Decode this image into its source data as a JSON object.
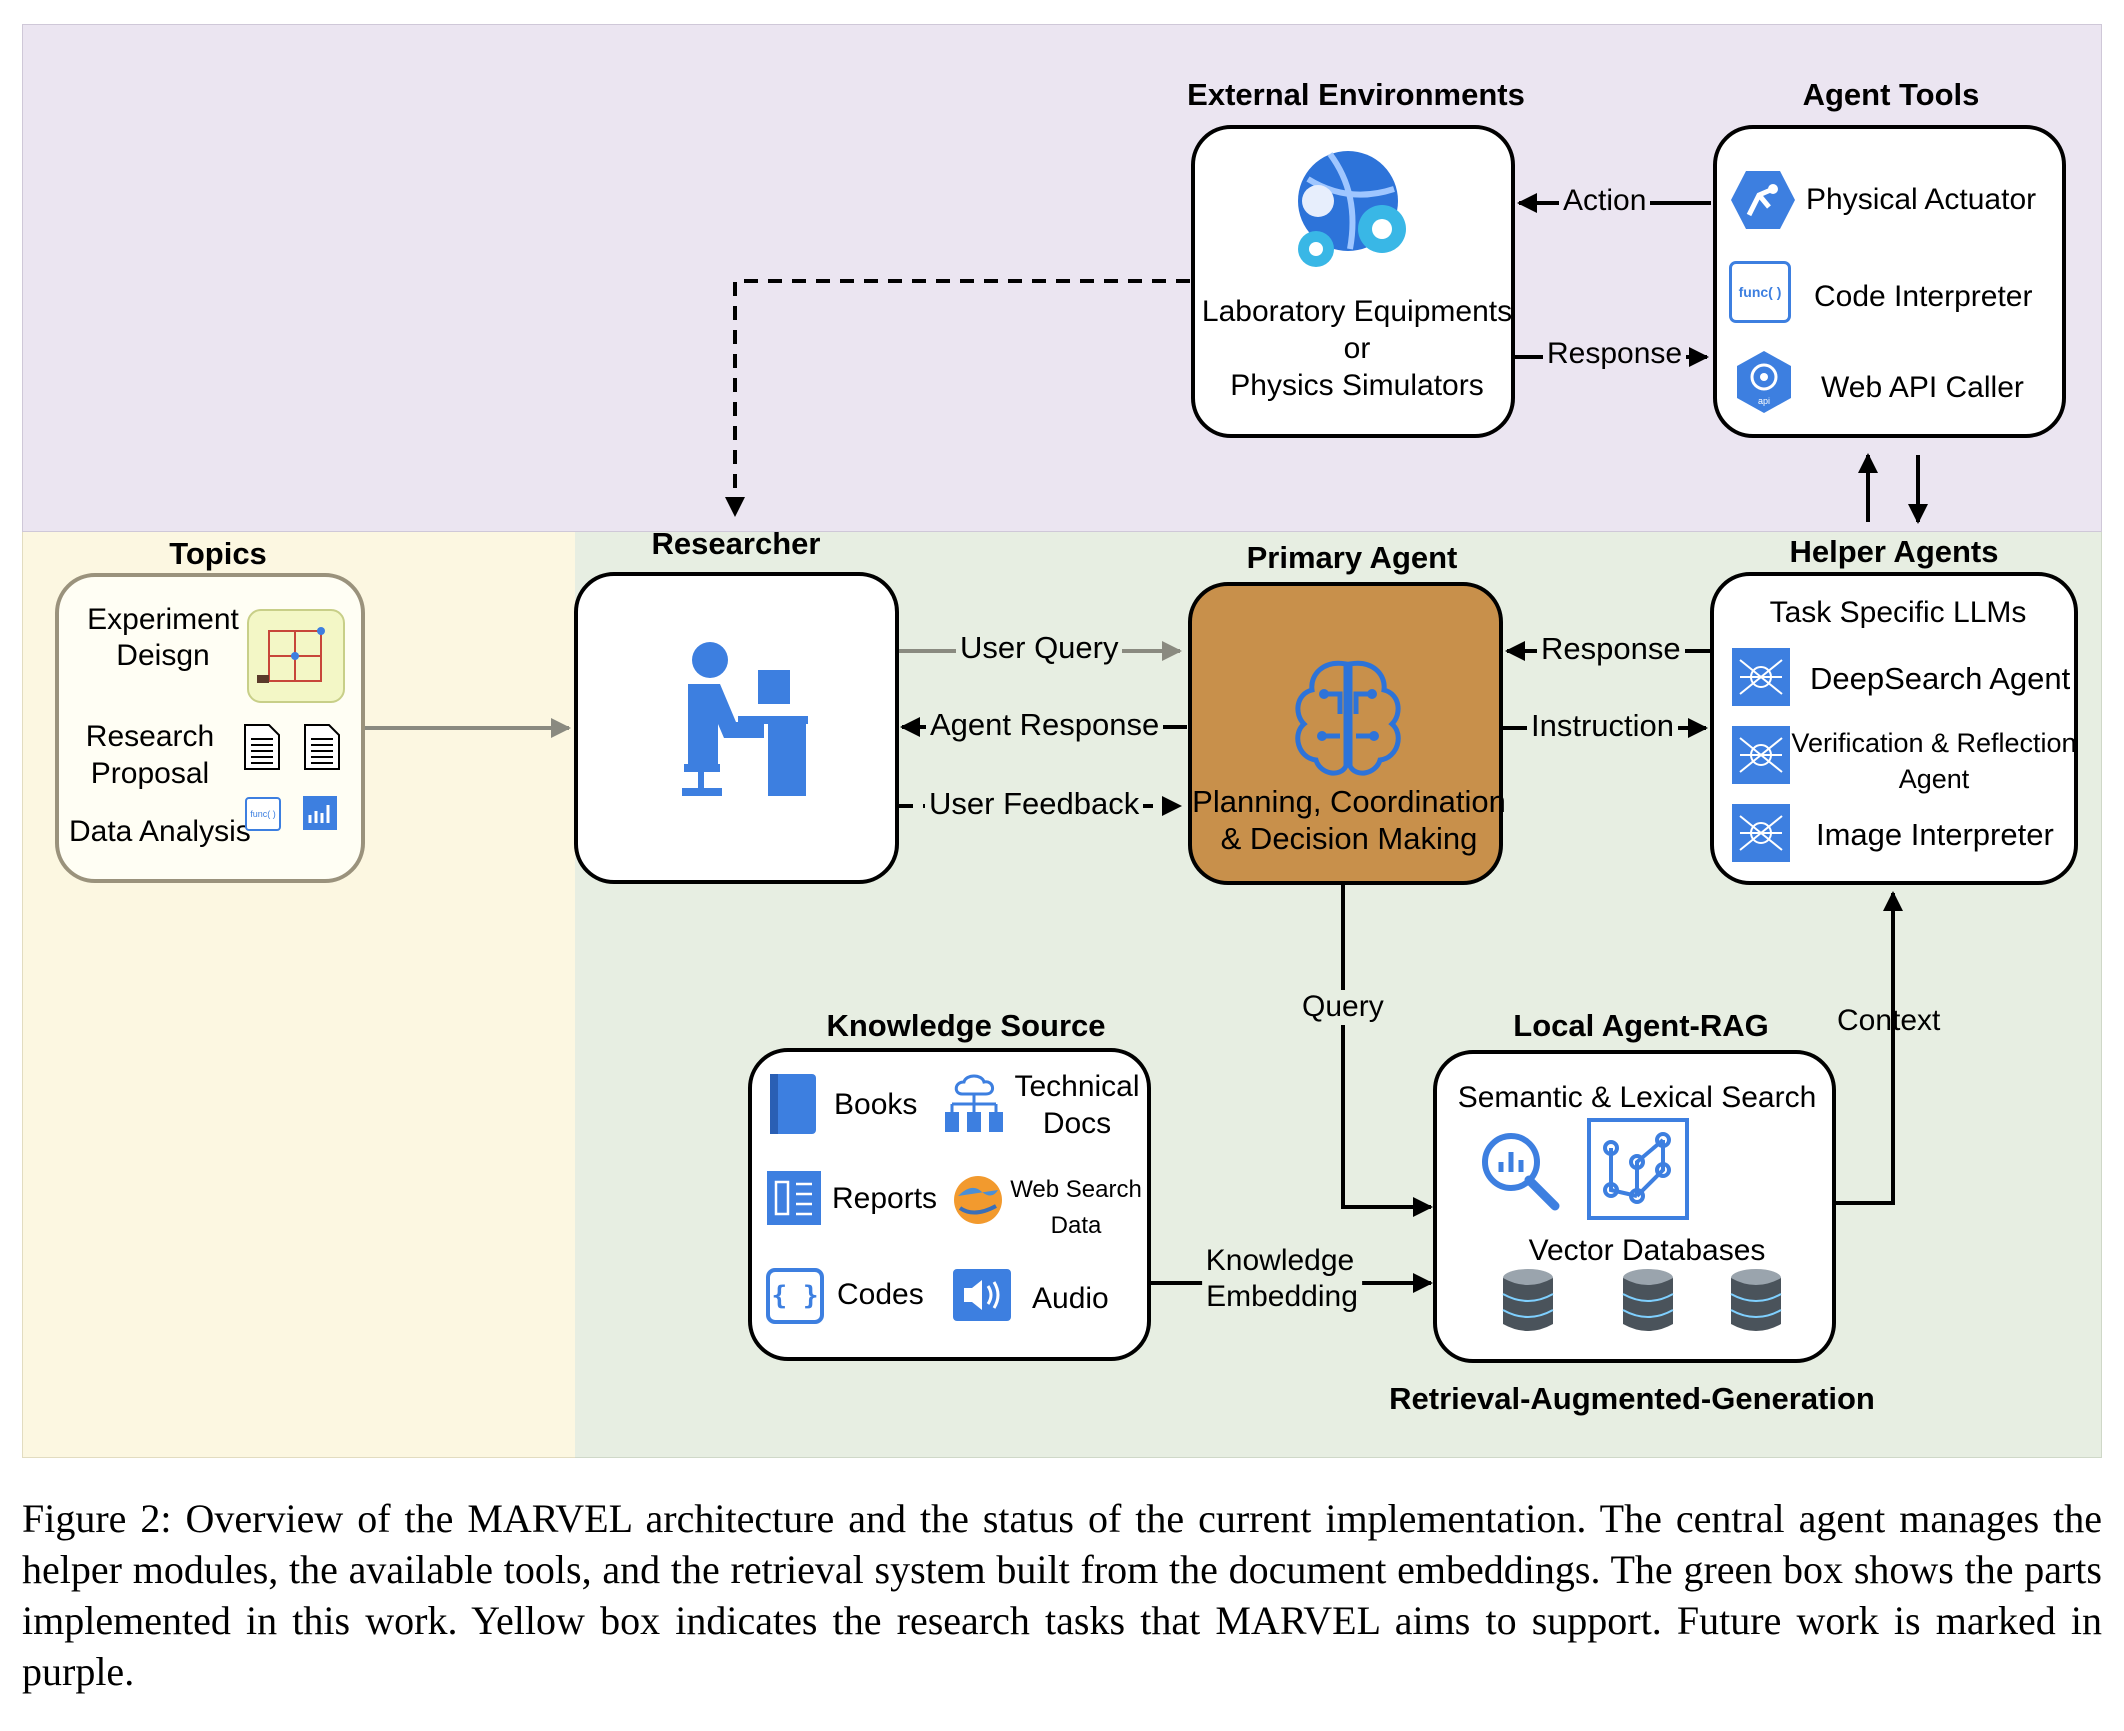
{
  "regions": {
    "future_color": "#ebe5f1",
    "topics_color": "#fcf7e1",
    "implemented_color": "#e7eee2"
  },
  "external_env": {
    "title": "External Environments",
    "line1": "Laboratory Equipments",
    "line2": "or",
    "line3": "Physics Simulators"
  },
  "agent_tools": {
    "title": "Agent Tools",
    "items": [
      {
        "label": "Physical Actuator",
        "icon": "robot-arm-icon"
      },
      {
        "label": "Code Interpreter",
        "icon": "func-doc-icon",
        "icon_text": "func( )"
      },
      {
        "label": "Web API Caller",
        "icon": "api-icon",
        "icon_text": "api"
      }
    ]
  },
  "topics": {
    "title": "Topics",
    "items": [
      {
        "line1": "Experiment",
        "line2": "Deisgn"
      },
      {
        "line1": "Research",
        "line2": "Proposal"
      },
      {
        "line1": "Data Analysis",
        "line2": ""
      }
    ],
    "func_text": "func( )"
  },
  "researcher": {
    "title": "Researcher"
  },
  "primary_agent": {
    "title": "Primary Agent",
    "line1": "Planning, Coordination",
    "line2": "& Decision Making",
    "fill": "#c8904b"
  },
  "helper_agents": {
    "title": "Helper Agents",
    "subtitle": "Task Specific LLMs",
    "items": [
      {
        "label": "DeepSearch Agent"
      },
      {
        "label1": "Verification & Reflection",
        "label2": "Agent"
      },
      {
        "label": "Image Interpreter"
      }
    ]
  },
  "knowledge_source": {
    "title": "Knowledge Source",
    "books": "Books",
    "tech_line1": "Technical",
    "tech_line2": "Docs",
    "reports": "Reports",
    "web_line1": "Web Search",
    "web_line2": "Data",
    "codes": "Codes",
    "codes_icon_text": "{ }",
    "audio": "Audio"
  },
  "local_rag": {
    "title": "Local Agent-RAG",
    "search": "Semantic & Lexical Search",
    "vector_db": "Vector Databases",
    "footer": "Retrieval-Augmented-Generation"
  },
  "edges": {
    "action": "Action",
    "response_top": "Response",
    "user_query": "User Query",
    "agent_response": "Agent Response",
    "user_feedback": "User Feedback",
    "response_helper": "Response",
    "instruction": "Instruction",
    "query": "Query",
    "context": "Context",
    "knowledge_line1": "Knowledge",
    "knowledge_line2": "Embedding"
  },
  "caption": "Figure 2: Overview of the MARVEL architecture and the status of the current implementation. The central agent manages the helper modules, the available tools, and the retrieval system built from the document embeddings. The green box shows the parts implemented in this work. Yellow box indicates the research tasks that MARVEL aims to support. Future work is marked in purple."
}
